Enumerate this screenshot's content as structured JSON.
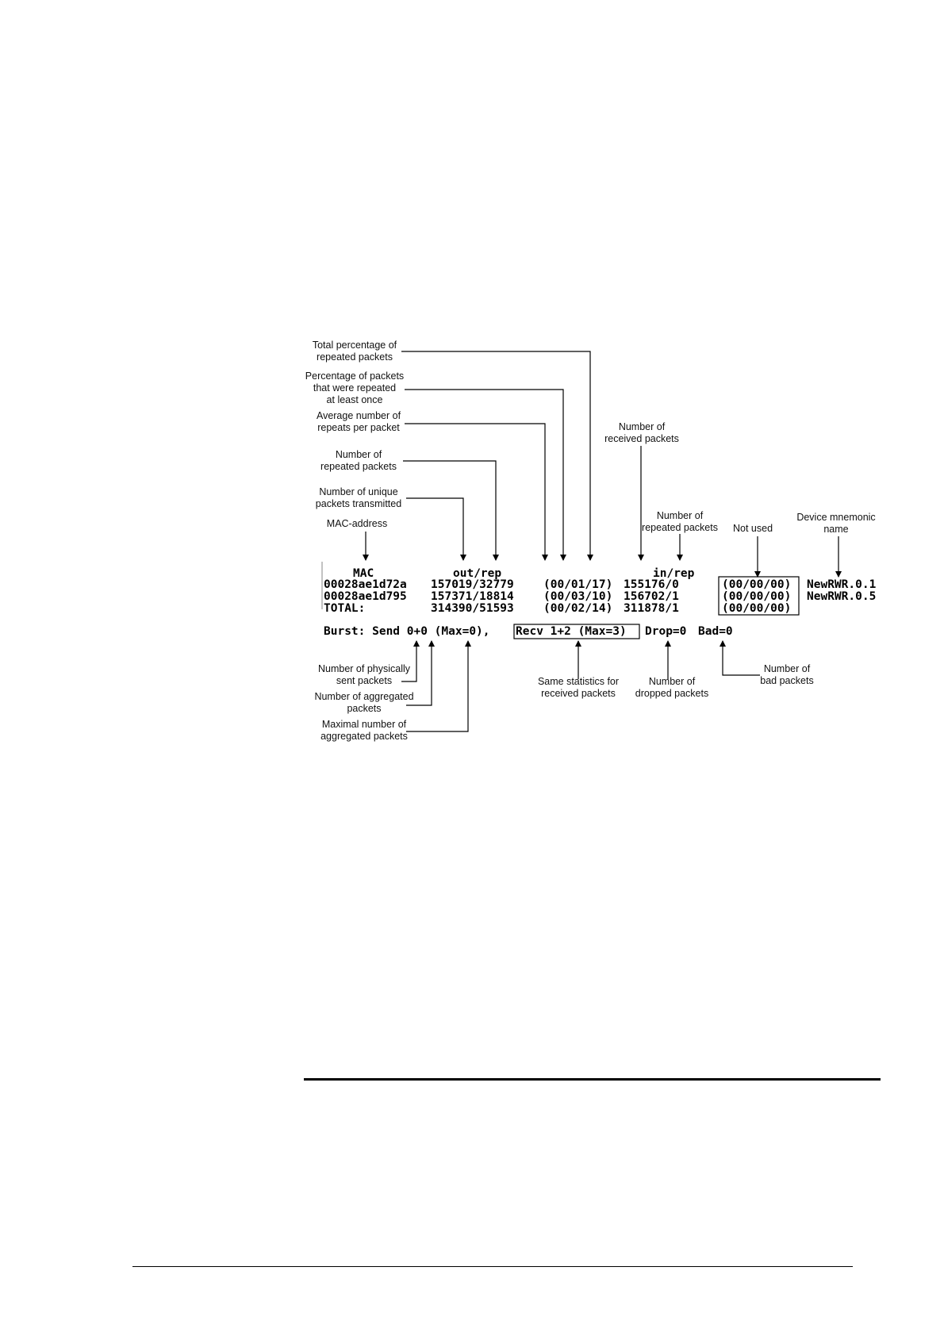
{
  "terminal": {
    "header_mac": "MAC",
    "header_out": "out/rep",
    "header_in": "in/rep",
    "rows": [
      {
        "mac": "00028ae1d72a",
        "out": "157019/32779",
        "stats": "(00/01/17)",
        "in": "155176/0",
        "unused": "(00/00/00)",
        "name": "NewRWR.0.1"
      },
      {
        "mac": "00028ae1d795",
        "out": "157371/18814",
        "stats": "(00/03/10)",
        "in": "156702/1",
        "unused": "(00/00/00)",
        "name": "NewRWR.0.5"
      },
      {
        "mac": "TOTAL:",
        "out": "314390/51593",
        "stats": "(00/02/14)",
        "in": "311878/1",
        "unused": "(00/00/00)",
        "name": ""
      }
    ],
    "burst_send": "Burst: Send 0+0 (Max=0),",
    "burst_recv": "Recv 1+2 (Max=3)",
    "burst_drop": "Drop=0",
    "burst_bad": "Bad=0"
  },
  "labels": {
    "total_pct": "Total percentage of\nrepeated packets",
    "pct_repeated": "Percentage of packets\nthat were repeated\nat least once",
    "avg_repeats": "Average number of\nrepeats per packet",
    "num_repeated": "Number of\nrepeated packets",
    "num_unique": "Number of unique\npackets transmitted",
    "mac_address": "MAC-address",
    "num_received": "Number of\nreceived packets",
    "num_repeated_in": "Number of\nrepeated packets",
    "not_used": "Not used",
    "device_name": "Device mnemonic\nname",
    "phys_sent": "Number of physically\nsent packets",
    "num_aggregated": "Number of aggregated\npackets",
    "max_aggregated": "Maximal number of\naggregated packets",
    "same_stats": "Same statistics for\nreceived packets",
    "dropped": "Number of\ndropped packets",
    "bad": "Number of\nbad packets"
  }
}
